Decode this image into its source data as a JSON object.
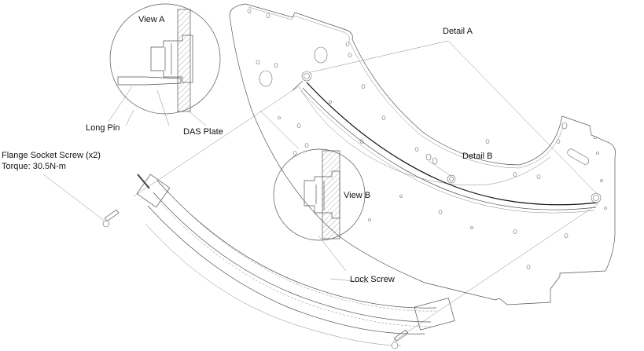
{
  "drawing": {
    "title": "DAS plate rail assembly",
    "labels": {
      "view_a": "View A",
      "view_b": "View B",
      "long_pin": "Long Pin",
      "das_plate": "DAS Plate",
      "detail_a": "Detail A",
      "detail_b": "Detail B",
      "lock_screw": "Lock Screw",
      "flange_screw_line1": "Flange Socket Screw (x2)",
      "flange_screw_line2": "Torque: 30.5N-m"
    },
    "colors": {
      "line": "#555555",
      "text": "#111111",
      "background": "#ffffff"
    }
  }
}
